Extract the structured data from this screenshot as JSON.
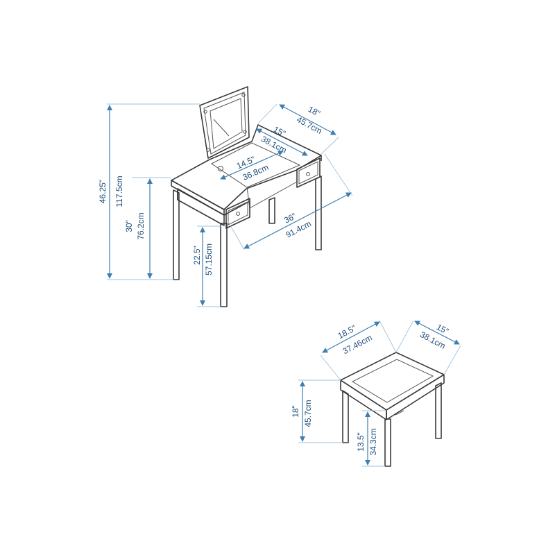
{
  "colors": {
    "dimension": "#3f7fb0",
    "label": "#1f4e7a",
    "furniture": "#3a3a3a"
  },
  "vanity": {
    "total_height": {
      "inch": "46.25\"",
      "cm": "117.5cm"
    },
    "table_height": {
      "inch": "30\"",
      "cm": "76.2cm"
    },
    "knee_height": {
      "inch": "22.5\"",
      "cm": "57.15cm"
    },
    "depth": {
      "inch": "18\"",
      "cm": "45.7cm"
    },
    "compartment_depth": {
      "inch": "15\"",
      "cm": "38.1cm"
    },
    "compartment_width": {
      "inch": "14.5\"",
      "cm": "36.8cm"
    },
    "width": {
      "inch": "36\"",
      "cm": "91.4cm"
    }
  },
  "stool": {
    "width": {
      "inch": "18.5\"",
      "cm": "37.46cm"
    },
    "depth": {
      "inch": "15\"",
      "cm": "38.1cm"
    },
    "seat_height": {
      "inch": "18\"",
      "cm": "45.7cm"
    },
    "clearance": {
      "inch": "13.5\"",
      "cm": "34.3cm"
    }
  }
}
